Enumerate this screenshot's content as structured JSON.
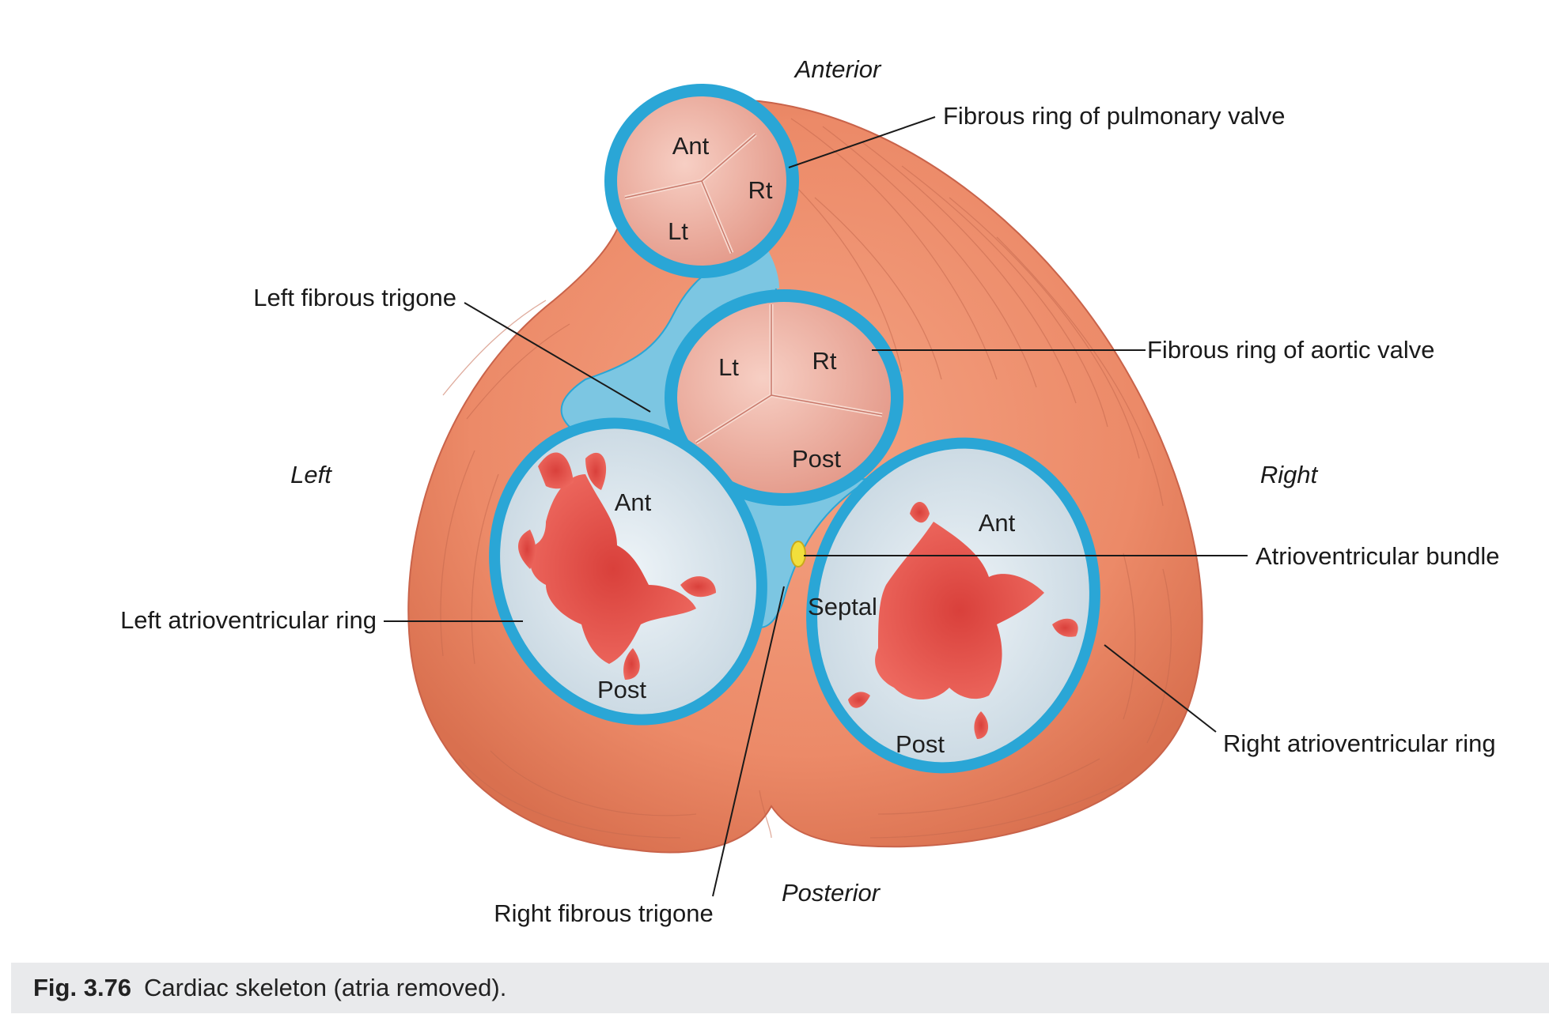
{
  "orientation": {
    "anterior": "Anterior",
    "posterior": "Posterior",
    "left": "Left",
    "right": "Right"
  },
  "labels": {
    "pulmonary_ring": "Fibrous ring of pulmonary valve",
    "left_trigone": "Left fibrous trigone",
    "aortic_ring": "Fibrous ring of aortic valve",
    "av_bundle": "Atrioventricular bundle",
    "left_av_ring": "Left atrioventricular ring",
    "right_av_ring": "Right atrioventricular ring",
    "right_trigone": "Right fibrous trigone"
  },
  "pulmonary_cusps": {
    "ant": "Ant",
    "rt": "Rt",
    "lt": "Lt"
  },
  "aortic_cusps": {
    "lt": "Lt",
    "rt": "Rt",
    "post": "Post"
  },
  "mitral_cusps": {
    "ant": "Ant",
    "post": "Post"
  },
  "tricuspid_cusps": {
    "ant": "Ant",
    "septal": "Septal",
    "post": "Post"
  },
  "caption": {
    "number": "Fig. 3.76",
    "text": "Cardiac skeleton (atria removed)."
  },
  "colors": {
    "myocardium": "#ec8a68",
    "fibrous_ring": "#2aa6d6",
    "trigone": "#7cc6e2",
    "valve_cusp": "#f0b3a6",
    "leaflet": "#e2514b",
    "orifice": "#dde7ee",
    "av_bundle": "#f2df3c"
  }
}
